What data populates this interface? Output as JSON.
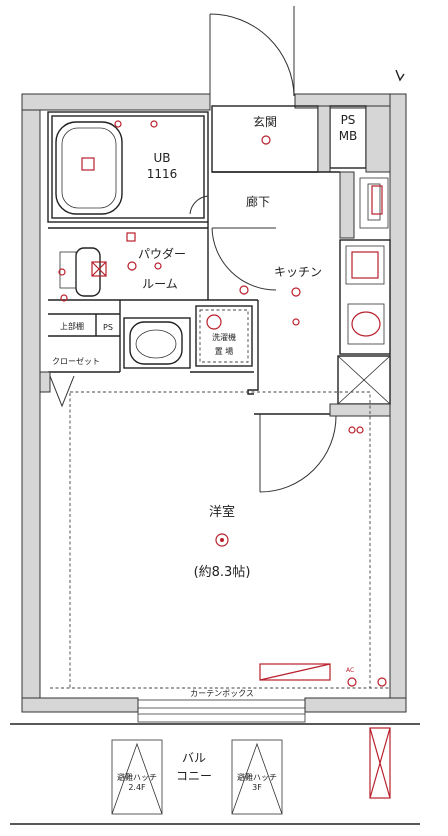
{
  "rooms": {
    "entrance": "玄関",
    "ps_mb_line1": "PS",
    "ps_mb_line2": "MB",
    "ub_line1": "UB",
    "ub_line2": "1116",
    "hallway": "廊下",
    "powder_line1": "パウダー",
    "powder_line2": "ルーム",
    "kitchen": "キッチン",
    "laundry_line1": "洗濯機",
    "laundry_line2": "置 場",
    "upper_shelf": "上部棚",
    "ps": "PS",
    "closet": "クローゼット",
    "western_room": "洋室",
    "western_area": "(約8.3帖)",
    "balcony_line1": "バル",
    "balcony_line2": "コニー"
  },
  "annotations": {
    "curtain_box": "カーテンボックス",
    "hatch_left_line1": "避難ハッチ",
    "hatch_left_line2": "2.4F",
    "hatch_right_line1": "避難ハッチ",
    "hatch_right_line2": "3F",
    "ac": "AC"
  }
}
